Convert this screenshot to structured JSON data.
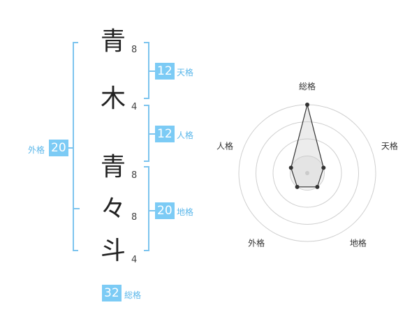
{
  "characters": [
    {
      "char": "青",
      "strokes": "8"
    },
    {
      "char": "木",
      "strokes": "4"
    },
    {
      "char": "青",
      "strokes": "8"
    },
    {
      "char": "々",
      "strokes": "8"
    },
    {
      "char": "斗",
      "strokes": "4"
    }
  ],
  "fortunes": {
    "ten": {
      "label": "天格",
      "value": "12"
    },
    "jin": {
      "label": "人格",
      "value": "12"
    },
    "chi": {
      "label": "地格",
      "value": "20"
    },
    "gai": {
      "label": "外格",
      "value": "20"
    },
    "so": {
      "label": "総格",
      "value": "32"
    }
  },
  "chart_data": {
    "type": "radar",
    "axes": [
      "総格",
      "天格",
      "地格",
      "外格",
      "人格"
    ],
    "values": [
      4,
      1,
      1,
      1,
      1
    ],
    "range": [
      0,
      4
    ],
    "rings": 4
  }
}
